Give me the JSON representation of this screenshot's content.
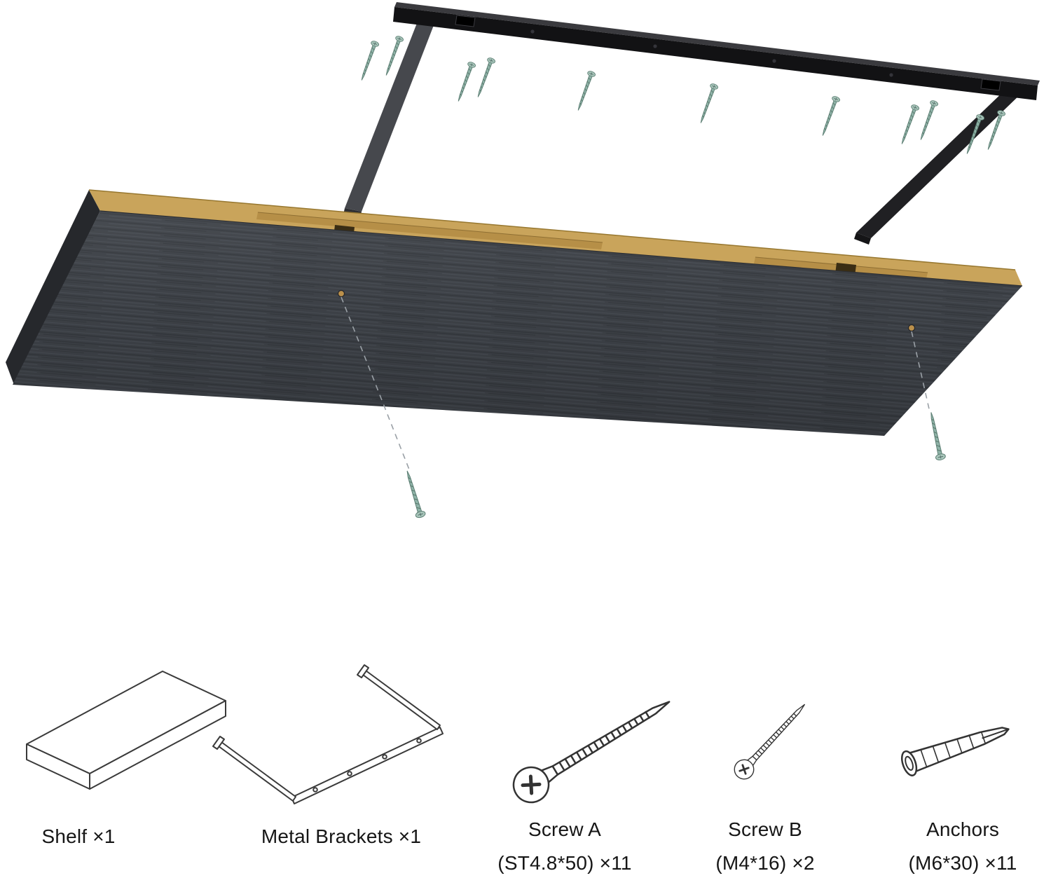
{
  "illustration": {
    "description": "Exploded assembly view of a floating wall shelf: black metal bracket above, green mounting screws, dark woodgrain shelf board with routed channels and two dashed screw guide lines",
    "colors": {
      "shelf_face": "#3e4248",
      "shelf_edge_core": "#c9a45b",
      "bracket_black": "#121214",
      "bracket_arm_grey": "#46484d",
      "screw_green": "#8fb3a8",
      "icon_outline": "#3a3a3a",
      "background": "#ffffff"
    }
  },
  "parts_list": {
    "items": [
      {
        "id": "shelf",
        "label": "Shelf ×1",
        "spec": ""
      },
      {
        "id": "metal-brackets",
        "label": "Metal Brackets ×1",
        "spec": ""
      },
      {
        "id": "screw-a",
        "label": "Screw A",
        "spec": "(ST4.8*50) ×11"
      },
      {
        "id": "screw-b",
        "label": "Screw B",
        "spec": "(M4*16) ×2"
      },
      {
        "id": "anchors",
        "label": "Anchors",
        "spec": "(M6*30) ×11"
      }
    ]
  }
}
